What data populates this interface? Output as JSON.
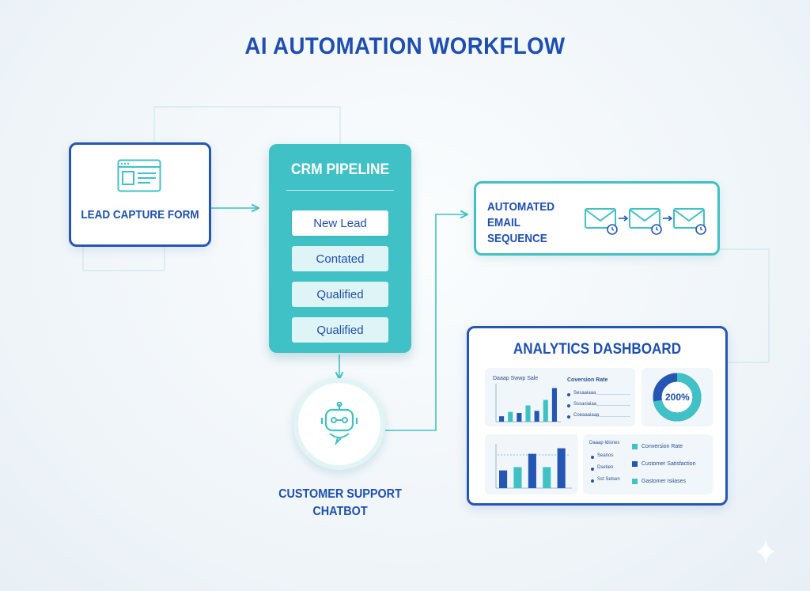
{
  "title": "AI AUTOMATION WORKFLOW",
  "lead": {
    "label": "LEAD CAPTURE FORM",
    "icon": "browser-form-icon"
  },
  "crm": {
    "title": "CRM PIPELINE",
    "stages": [
      "New Lead",
      "Contated",
      "Qualified",
      "Qualified"
    ]
  },
  "chatbot": {
    "label_line1": "CUSTOMER SUPPORT",
    "label_line2": "CHATBOT",
    "icon": "robot-icon"
  },
  "email": {
    "label_line1": "AUTOMATED",
    "label_line2": "EMAIL SEQUENCE",
    "icon": "envelope-clock-icon"
  },
  "dashboard": {
    "title": "ANALYTICS DASHBOARD",
    "panel1": {
      "chart_title": "Daaap Swwp Sale",
      "list_title": "Coversion Rate",
      "list_items": [
        "Sesaaiaaa",
        "Sssasiaiaa",
        "Coeaaaiaaa"
      ]
    },
    "donut": {
      "value_label": "200%",
      "fraction": 0.72
    },
    "panel3": {
      "list_title": "Daaap Idisnes",
      "list_items": [
        "Seanos",
        "Dsetien",
        "Sst Selsen"
      ]
    },
    "panel4": {
      "legend": [
        "Conversion Rate",
        "Customer Satisfaction",
        "Gastomer Isiiases"
      ]
    }
  },
  "colors": {
    "navy": "#2456b4",
    "teal": "#3fc1c5",
    "text": "#1e4fb0"
  },
  "chart_data": [
    {
      "type": "bar",
      "categories": [
        "1",
        "2",
        "3",
        "4",
        "5",
        "6",
        "7"
      ],
      "values": [
        10,
        18,
        16,
        30,
        20,
        40,
        62
      ],
      "ylim": [
        0,
        70
      ]
    },
    {
      "type": "bar",
      "categories": [
        "1",
        "2",
        "3",
        "4",
        "5"
      ],
      "values": [
        32,
        38,
        62,
        38,
        72
      ],
      "ylim": [
        0,
        80
      ]
    }
  ]
}
